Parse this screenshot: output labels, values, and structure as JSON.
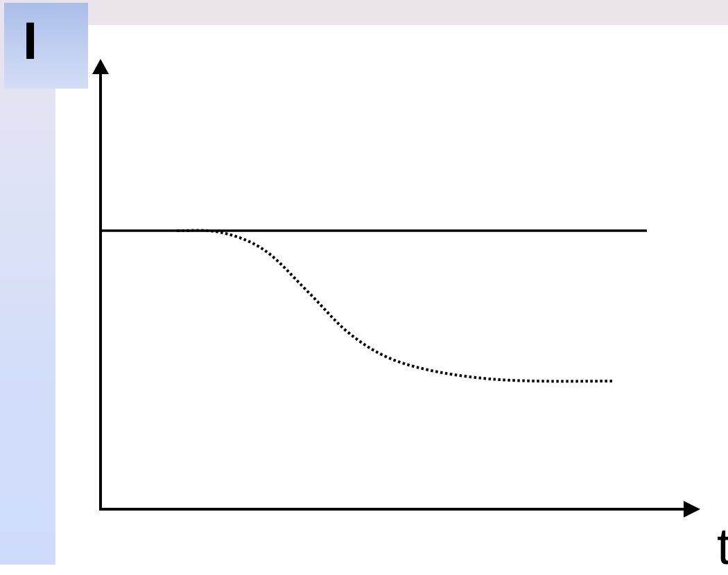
{
  "chart_data": {
    "type": "line",
    "title": "",
    "ylabel": "I",
    "xlabel": "t",
    "xlim": [
      0,
      10
    ],
    "ylim": [
      0,
      10
    ],
    "grid": false,
    "legend": "none",
    "series": [
      {
        "style": "solid",
        "color": "#000000",
        "x": [
          0,
          10
        ],
        "y": [
          5,
          5
        ]
      },
      {
        "style": "dotted",
        "color": "#000000",
        "x": [
          1.4,
          2.2,
          3.0,
          3.8,
          4.5,
          5.2,
          6.0,
          7.0,
          8.0,
          9.4
        ],
        "y": [
          5.0,
          4.97,
          4.65,
          3.9,
          3.2,
          2.75,
          2.5,
          2.35,
          2.3,
          2.3
        ]
      }
    ]
  }
}
